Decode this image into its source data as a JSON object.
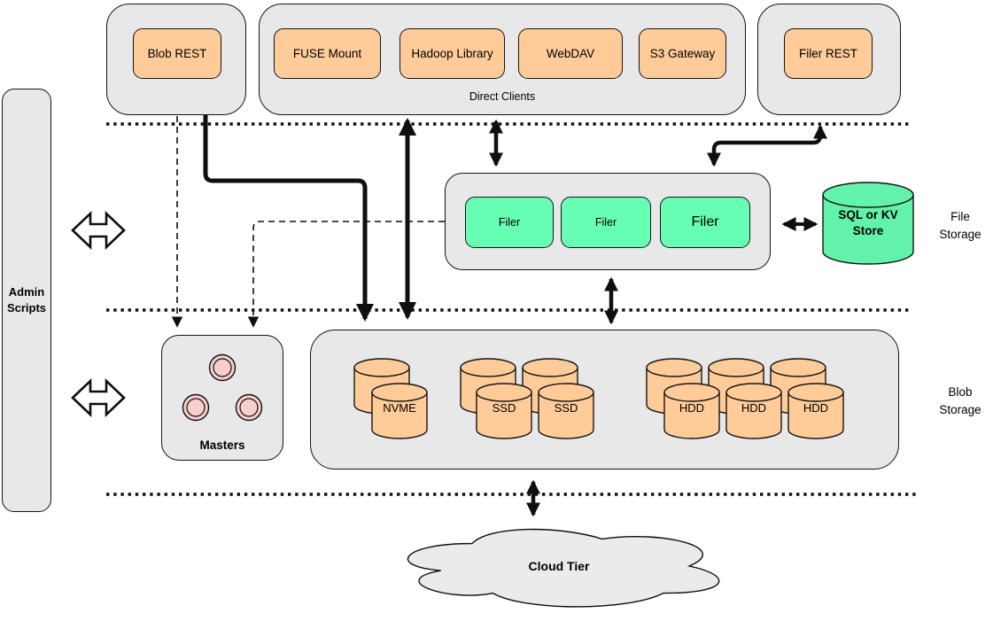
{
  "admin": {
    "label": "Admin Scripts"
  },
  "clients": {
    "blob_rest_label": "Blob REST",
    "direct": {
      "caption": "Direct Clients",
      "items": [
        "FUSE Mount",
        "Hadoop Library",
        "WebDAV",
        "S3 Gateway"
      ]
    },
    "filer_rest_label": "Filer REST"
  },
  "file_tier": {
    "filers": [
      "Filer",
      "Filer",
      "Filer"
    ],
    "store_label": "SQL or KV Store",
    "tier_label": "File Storage"
  },
  "blob_tier": {
    "masters_label": "Masters",
    "volumes": [
      "NVME",
      "SSD",
      "SSD",
      "HDD",
      "HDD",
      "HDD"
    ],
    "tier_label": "Blob Storage"
  },
  "cloud": {
    "label": "Cloud Tier"
  },
  "colors": {
    "client_node_fill": "#ffcc99",
    "filer_node_fill": "#66ffb3",
    "kv_store_fill": "#63f2a9",
    "master_node_fill": "#f8cecc",
    "group_fill": "#e8e8e8",
    "cloud_fill": "#ebebeb",
    "line": "#0f0f0f"
  }
}
